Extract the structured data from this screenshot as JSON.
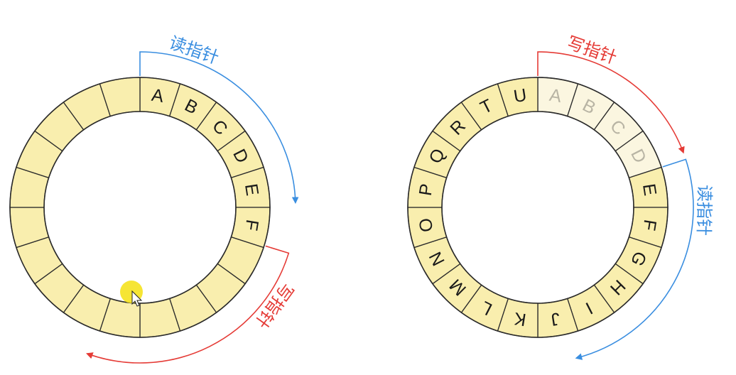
{
  "slot_count": 20,
  "colors": {
    "cell_fill": "#f9eeae",
    "cell_faded_fill": "#fbf6e0",
    "read_pointer": "#3a8ee0",
    "write_pointer": "#e53b36",
    "cursor_highlight": "#f5e21e"
  },
  "rings": [
    {
      "cells": [
        "A",
        "B",
        "C",
        "D",
        "E",
        "F",
        "",
        "",
        "",
        "",
        "",
        "",
        "",
        "",
        "",
        "",
        "",
        "",
        "",
        ""
      ],
      "faded": [],
      "pointers": [
        {
          "label": "读指针",
          "kind": "read",
          "start_index": 0,
          "end_index": 4.9
        },
        {
          "label": "写指针",
          "kind": "write",
          "start_index": 5.95,
          "end_index": 11.1
        }
      ]
    },
    {
      "cells": [
        "A",
        "B",
        "C",
        "D",
        "E",
        "F",
        "G",
        "H",
        "I",
        "J",
        "K",
        "L",
        "M",
        "N",
        "O",
        "P",
        "Q",
        "R",
        "T",
        "U"
      ],
      "faded": [
        0,
        1,
        2,
        3
      ],
      "pointers": [
        {
          "label": "写指针",
          "kind": "write",
          "start_index": 0,
          "end_index": 3.85
        },
        {
          "label": "读指针",
          "kind": "read",
          "start_index": 4,
          "end_index": 9.2
        }
      ]
    }
  ]
}
